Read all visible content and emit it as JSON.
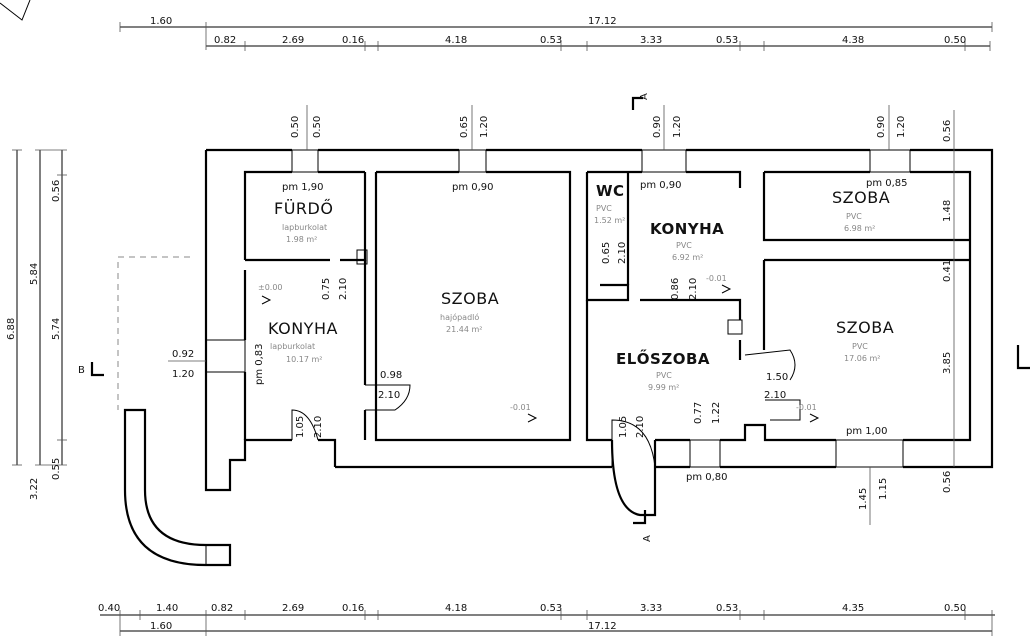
{
  "dims_top_total": [
    "1.60",
    "17.12"
  ],
  "dims_top_parts": [
    "0.82",
    "2.69",
    "0.16",
    "4.18",
    "0.53",
    "3.33",
    "0.53",
    "4.38",
    "0.50"
  ],
  "dims_bottom_parts": [
    "0.40",
    "1.40",
    "0.82",
    "2.69",
    "0.16",
    "4.18",
    "0.53",
    "3.33",
    "0.53",
    "4.35",
    "0.50"
  ],
  "dims_bottom_total": [
    "1.60",
    "17.12"
  ],
  "dims_left": [
    "6.88",
    "5.84",
    "5.74",
    "0.56",
    "3.22",
    "0.55"
  ],
  "dims_vert_windows": [
    "0.50",
    "0.50",
    "0.65",
    "1.20",
    "0.90",
    "1.20",
    "0.90",
    "1.20",
    "0.56",
    "1.48",
    "0.41",
    "3.85",
    "1.45",
    "1.15",
    "0.56"
  ],
  "rooms": {
    "furdo": {
      "name": "FÜRDŐ",
      "floor": "lapburkolat",
      "area": "1.98 m²"
    },
    "szoba_mid": {
      "name": "SZOBA",
      "floor": "hajópadló",
      "area": "21.44 m²"
    },
    "konyha_left": {
      "name": "KONYHA",
      "floor": "lapburkolat",
      "area": "10.17 m²"
    },
    "wc": {
      "name": "WC",
      "floor": "PVC",
      "area": "1.52 m²"
    },
    "konyha_mid": {
      "name": "KONYHA",
      "floor": "PVC",
      "area": "6.92 m²"
    },
    "szoba_top": {
      "name": "SZOBA",
      "floor": "PVC",
      "area": "6.98 m²"
    },
    "szoba_right": {
      "name": "SZOBA",
      "floor": "PVC",
      "area": "17.06 m²"
    },
    "eloszoba": {
      "name": "ELŐSZOBA",
      "floor": "PVC",
      "area": "9.99 m²"
    }
  },
  "pm_labels": [
    "pm 1,90",
    "pm 0,90",
    "pm 0,90",
    "pm 0,85",
    "pm 1,00",
    "pm 0,80",
    "pm 0,83"
  ],
  "door_labels": [
    "0.75",
    "2.10",
    "0.65",
    "2.10",
    "0.86",
    "2.10",
    "0.98",
    "2.10",
    "1.05",
    "2.10",
    "1.05",
    "2.10",
    "0.77",
    "1.22",
    "1.50",
    "2.10",
    "0.92",
    "1.20"
  ],
  "level_marks": [
    "±0.00",
    "-0.01",
    "-0.01",
    "-0.01"
  ],
  "section_marks": [
    "A",
    "A",
    "B"
  ]
}
